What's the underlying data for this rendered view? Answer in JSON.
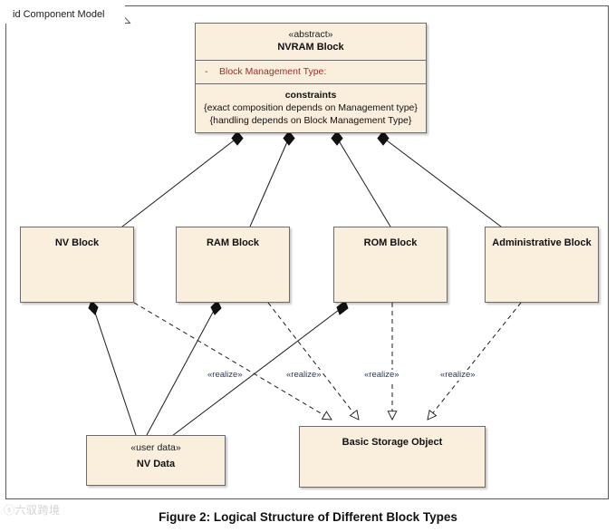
{
  "frame": {
    "label": "id Component Model"
  },
  "caption": "Figure 2: Logical Structure of Different Block Types",
  "watermark": "ⓢ六驭跨境",
  "colors": {
    "node_fill": "#faeedd",
    "node_border": "#6b6b6b",
    "attribute_text": "#9d2d2d",
    "edge_label_text": "#2b3a55",
    "line": "#1a1a1a",
    "frame_border": "#5a5a5a",
    "page_background": "#ffffff"
  },
  "nodes": {
    "nvram_block": {
      "stereotype": "«abstract»",
      "name": "NVRAM Block",
      "attribute_visibility": "-",
      "attribute": "Block Management Type:",
      "constraints_title": "constraints",
      "constraint_1": "{exact composition depends on Management type}",
      "constraint_2": "{handling depends on Block Management Type}"
    },
    "nv_block": {
      "name": "NV Block"
    },
    "ram_block": {
      "name": "RAM Block"
    },
    "rom_block": {
      "name": "ROM Block"
    },
    "administrative_block": {
      "name": "Administrative Block"
    },
    "nv_data": {
      "stereotype": "«user data»",
      "name": "NV Data"
    },
    "basic_storage_object": {
      "name": "Basic Storage Object"
    }
  },
  "edge_labels": {
    "realize_1": "«realize»",
    "realize_2": "«realize»",
    "realize_3": "«realize»",
    "realize_4": "«realize»"
  },
  "relationships": [
    {
      "type": "composition",
      "from": "nvram_block",
      "to": "nv_block"
    },
    {
      "type": "composition",
      "from": "nvram_block",
      "to": "ram_block"
    },
    {
      "type": "composition",
      "from": "nvram_block",
      "to": "rom_block"
    },
    {
      "type": "composition",
      "from": "nvram_block",
      "to": "administrative_block"
    },
    {
      "type": "composition",
      "from": "nv_block",
      "to": "nv_data"
    },
    {
      "type": "composition",
      "from": "ram_block",
      "to": "nv_data"
    },
    {
      "type": "composition",
      "from": "rom_block",
      "to": "nv_data"
    },
    {
      "type": "realization",
      "from": "nv_block",
      "to": "basic_storage_object",
      "label": "«realize»"
    },
    {
      "type": "realization",
      "from": "ram_block",
      "to": "basic_storage_object",
      "label": "«realize»"
    },
    {
      "type": "realization",
      "from": "rom_block",
      "to": "basic_storage_object",
      "label": "«realize»"
    },
    {
      "type": "realization",
      "from": "administrative_block",
      "to": "basic_storage_object",
      "label": "«realize»"
    }
  ]
}
